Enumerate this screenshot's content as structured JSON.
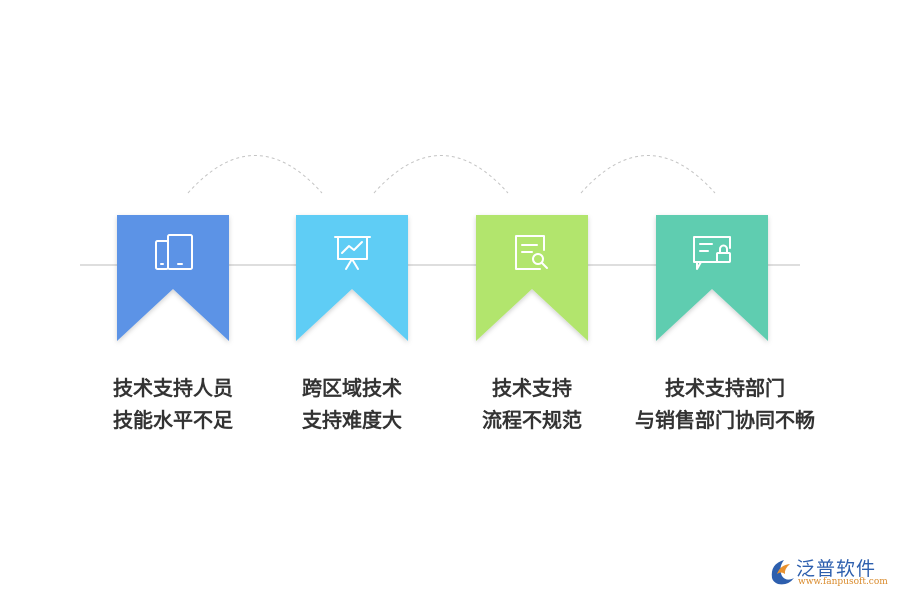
{
  "steps": [
    {
      "color": "#5b93e6",
      "icon": "tablet-icon",
      "line1": "技术支持人员",
      "line2": "技能水平不足"
    },
    {
      "color": "#5fcdf5",
      "icon": "presentation-chart-icon",
      "line1": "跨区域技术",
      "line2": "支持难度大"
    },
    {
      "color": "#b2e56d",
      "icon": "document-search-icon",
      "line1": "技术支持",
      "line2": "流程不规范"
    },
    {
      "color": "#5ecdb0",
      "icon": "chat-lock-icon",
      "line1": "技术支持部门",
      "line2": "与销售部门协同不畅"
    }
  ],
  "logo": {
    "brand": "泛普软件",
    "url": "www.fanpusoft.com"
  }
}
